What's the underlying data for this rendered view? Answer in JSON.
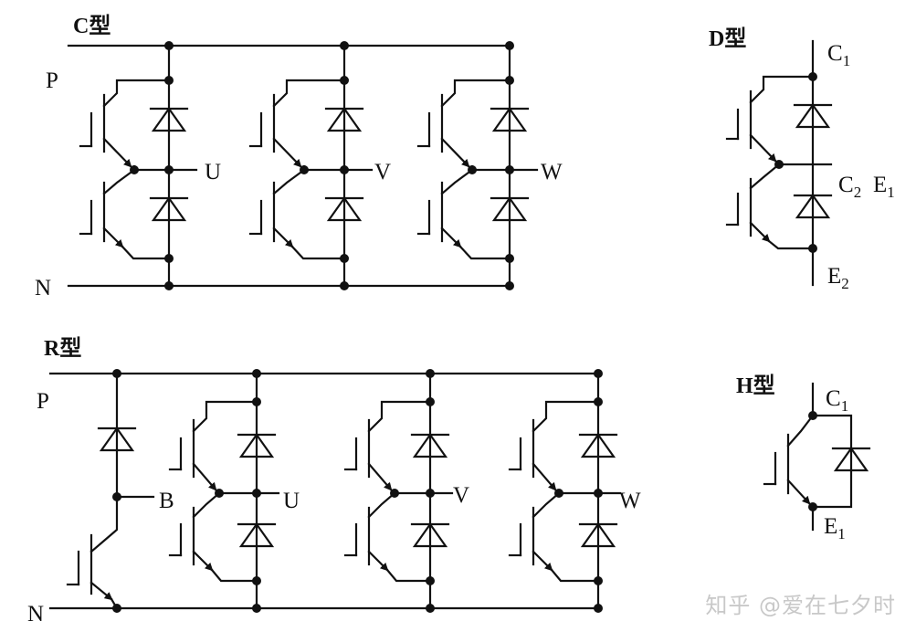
{
  "diagrams": {
    "c_type": {
      "title": "C型",
      "rail_p": "P",
      "rail_n": "N",
      "outputs": [
        "U",
        "V",
        "W"
      ]
    },
    "d_type": {
      "title": "D型",
      "collector1": "C",
      "collector1_sub": "1",
      "mid_c2": "C",
      "mid_c2_sub": "2",
      "mid_e1": "E",
      "mid_e1_sub": "1",
      "emitter2": "E",
      "emitter2_sub": "2"
    },
    "r_type": {
      "title": "R型",
      "rail_p": "P",
      "rail_n": "N",
      "brake": "B",
      "outputs": [
        "U",
        "V",
        "W"
      ]
    },
    "h_type": {
      "title": "H型",
      "collector": "C",
      "collector_sub": "1",
      "emitter": "E",
      "emitter_sub": "1"
    }
  },
  "watermark": "知乎 @爱在七夕时"
}
